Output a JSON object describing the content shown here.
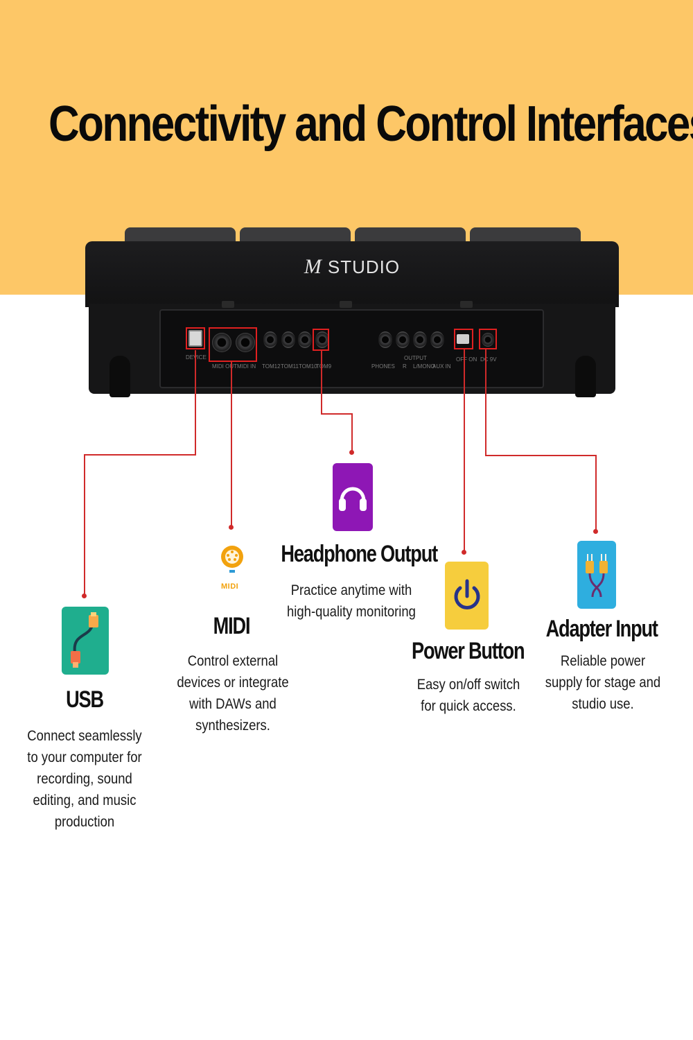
{
  "page": {
    "title": "Connectivity and Control Interfaces"
  },
  "colors": {
    "band": "#fdc767",
    "accent_red": "#d02a2a",
    "usb_tile": "#1fae8e",
    "headphone_tile": "#8e17b5",
    "power_tile": "#f6cd3d",
    "adapter_tile": "#2eaedf"
  },
  "device": {
    "brand_monogram": "M",
    "brand_name": "STUDIO",
    "labels": {
      "device": "DEVICE",
      "midi_out": "MIDI OUT",
      "midi_in": "MIDI IN",
      "tom12": "TOM12",
      "tom11": "TOM11",
      "tom10": "TOM10",
      "tom9": "TOM9",
      "output": "OUTPUT",
      "phones": "PHONES",
      "r": "R",
      "lmono": "L/MONO",
      "aux_in": "AUX IN",
      "off_on": "OFF ON",
      "dc": "DC 9V"
    }
  },
  "features": {
    "usb": {
      "title": "USB",
      "description": "Connect seamlessly to your computer for recording, sound editing, and music production",
      "icon": "usb-cable-icon"
    },
    "midi": {
      "title": "MIDI",
      "description": "Control external devices or integrate with DAWs and synthesizers.",
      "icon": "midi-connector-icon",
      "badge": "MIDI"
    },
    "headphone": {
      "title": "Headphone Output",
      "description": "Practice anytime with high-quality monitoring",
      "icon": "headphones-icon"
    },
    "power": {
      "title": "Power Button",
      "description": "Easy on/off switch for quick access.",
      "icon": "power-icon"
    },
    "adapter": {
      "title": "Adapter Input",
      "description": "Reliable power supply for stage and studio use.",
      "icon": "power-plug-icon"
    }
  }
}
